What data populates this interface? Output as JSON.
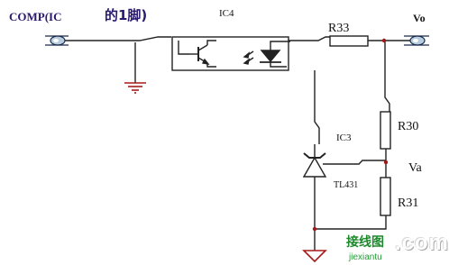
{
  "labels": {
    "comp": "COMP(IC",
    "comp_suffix": "的1脚)",
    "ic4": "IC4",
    "r33": "R33",
    "vo": "Vo",
    "r30": "R30",
    "ic3": "IC3",
    "va": "Va",
    "tl431": "TL431",
    "r31": "R31"
  },
  "watermark": {
    "brand": "接线图",
    "com": ".com",
    "url": "jiexiantu"
  },
  "colors": {
    "wire": "#222222",
    "terminal_fill": "#b8cde0",
    "terminal_stroke": "#1a2a4a",
    "junction": "#a01818",
    "ground": "#a81a1a",
    "label_blue": "#2a1a6e",
    "watermark_green": "#1e8a2e"
  }
}
